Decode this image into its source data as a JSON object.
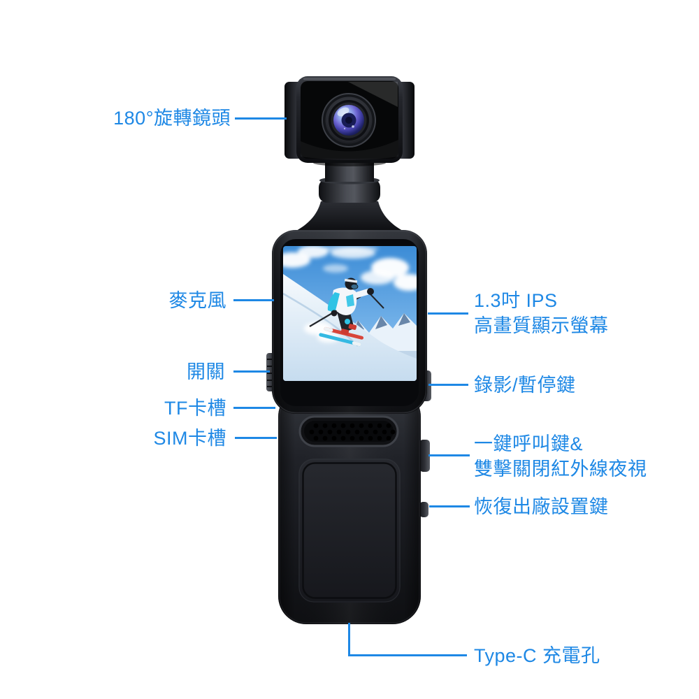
{
  "colors": {
    "accent": "#1e88e5",
    "background": "#ffffff",
    "device_black": "#17181c",
    "lens_glass_blue": "#6e66d2",
    "screen_accent_cyan": "#2fc3e5"
  },
  "labels": {
    "lens": "180°旋轉鏡頭",
    "mic": "麥克風",
    "power": "開關",
    "tf_slot": "TF卡槽",
    "sim_slot": "SIM卡槽",
    "screen_line1": "1.3吋 IPS",
    "screen_line2": "高畫質顯示螢幕",
    "record": "錄影/暫停鍵",
    "call_line1": "一鍵呼叫鍵&",
    "call_line2": "雙擊關閉紅外線夜視",
    "reset": "恢復出廠設置鍵",
    "typec": "Type-C 充電孔"
  }
}
